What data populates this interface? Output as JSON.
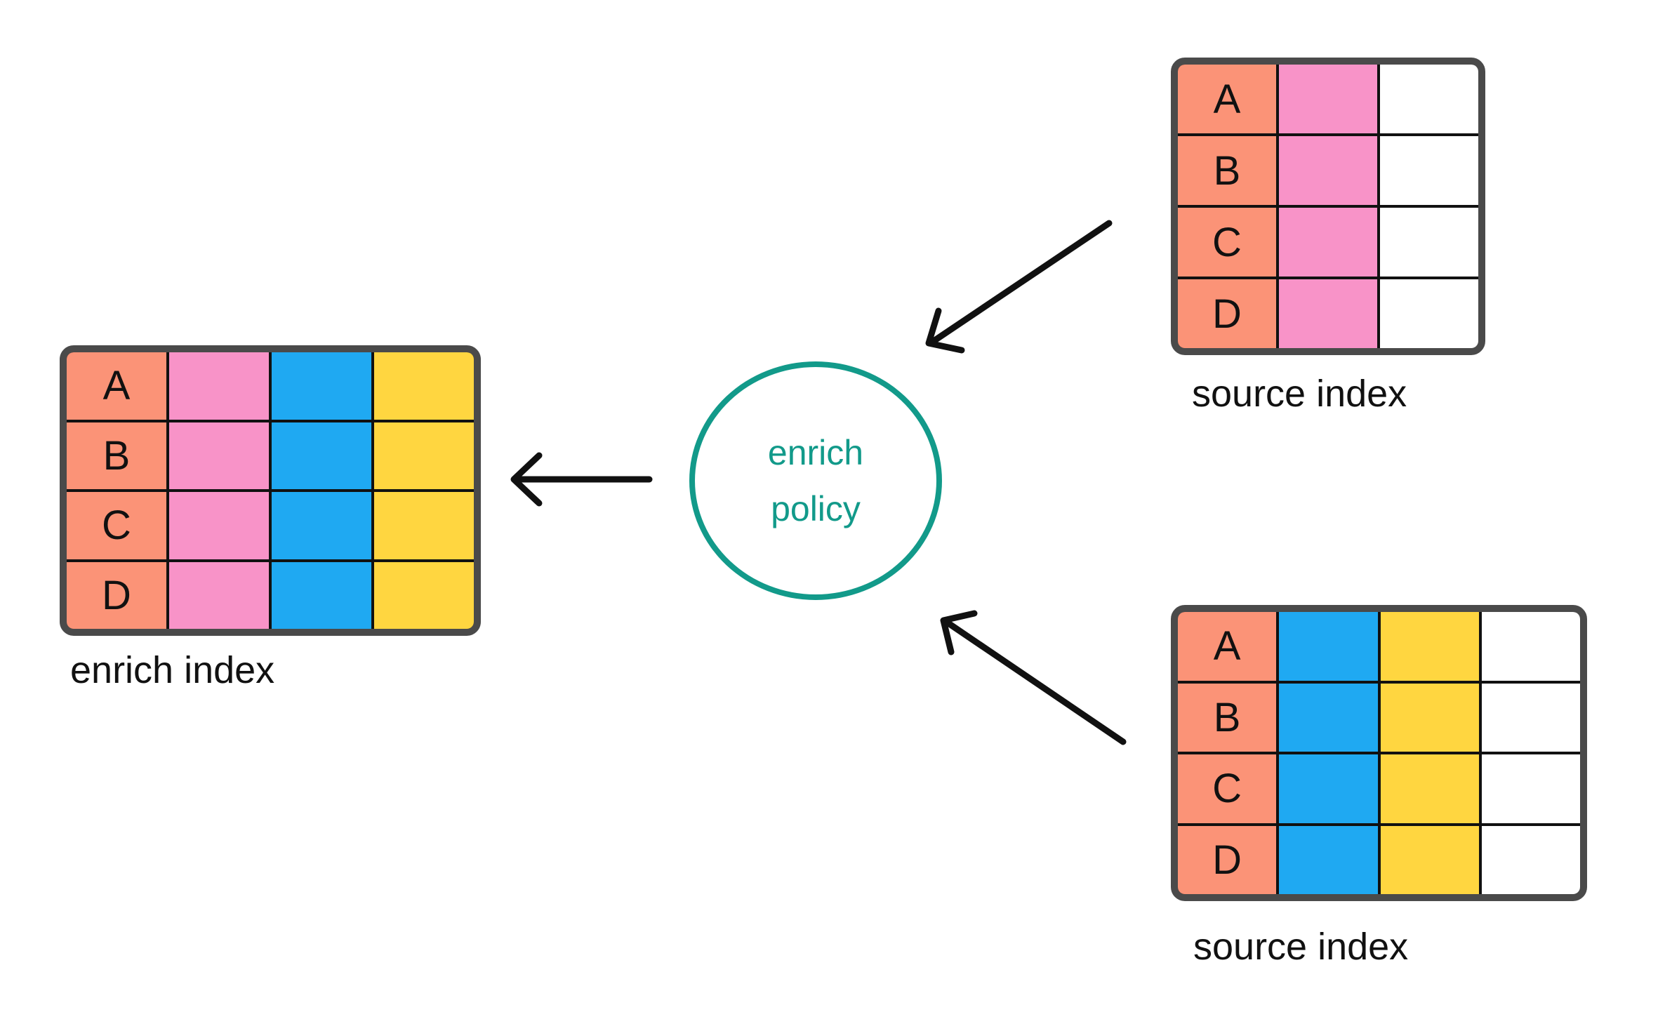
{
  "palette": {
    "salmon": "#FB9377",
    "pink": "#F893C8",
    "blue": "#1FA9F2",
    "yellow": "#FFD640",
    "white": "#FFFFFF",
    "teal": "#129A8A",
    "border_gray": "#4A4A4A",
    "grid_line": "#111111",
    "arrow": "#111111",
    "text": "#111111",
    "background": "#FFFFFF"
  },
  "policy_circle": {
    "lines": [
      "enrich",
      "policy"
    ]
  },
  "tables": {
    "enrich_index": {
      "label": "enrich index",
      "row_labels": [
        "A",
        "B",
        "C",
        "D"
      ],
      "columns": [
        "salmon",
        "pink",
        "blue",
        "yellow"
      ]
    },
    "source_index_top": {
      "label": "source index",
      "row_labels": [
        "A",
        "B",
        "C",
        "D"
      ],
      "columns": [
        "salmon",
        "pink",
        "white"
      ]
    },
    "source_index_bottom": {
      "label": "source index",
      "row_labels": [
        "A",
        "B",
        "C",
        "D"
      ],
      "columns": [
        "salmon",
        "blue",
        "yellow",
        "white"
      ]
    }
  },
  "flows": [
    {
      "from": "source_index_top",
      "to": "enrich_policy"
    },
    {
      "from": "source_index_bottom",
      "to": "enrich_policy"
    },
    {
      "from": "enrich_policy",
      "to": "enrich_index"
    }
  ]
}
